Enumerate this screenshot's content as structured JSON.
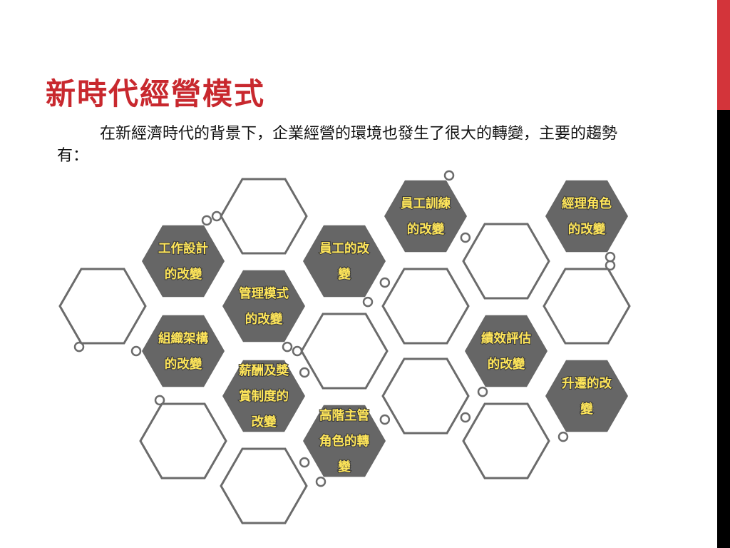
{
  "slide": {
    "title": "新時代經營模式",
    "intro": "在新經濟時代的背景下，企業經營的環境也發生了很大的轉變，主要的趨勢有："
  },
  "colors": {
    "title": "#c8282e",
    "side_bar_top": "#d3343a",
    "side_bar_bottom": "#000000",
    "hex_fill": "#666666",
    "hex_outline": "#6b6b6b",
    "label_text": "#ffe65a"
  },
  "hexagons": [
    {
      "label_lines": [
        "工作設計",
        "的改變"
      ]
    },
    {
      "label_lines": [
        "組織架構",
        "的改變"
      ]
    },
    {
      "label_lines": [
        "管理模式",
        "的改變"
      ]
    },
    {
      "label_lines": [
        "薪酬及獎",
        "賞制度的",
        "改變"
      ]
    },
    {
      "label_lines": [
        "員工的改",
        "變"
      ]
    },
    {
      "label_lines": [
        "高階主管",
        "角色的轉",
        "變"
      ]
    },
    {
      "label_lines": [
        "員工訓練",
        "的改變"
      ]
    },
    {
      "label_lines": [
        "績效評估",
        "的改變"
      ]
    },
    {
      "label_lines": [
        "經理角色",
        "的改變"
      ]
    },
    {
      "label_lines": [
        "升遷的改",
        "變"
      ]
    }
  ]
}
